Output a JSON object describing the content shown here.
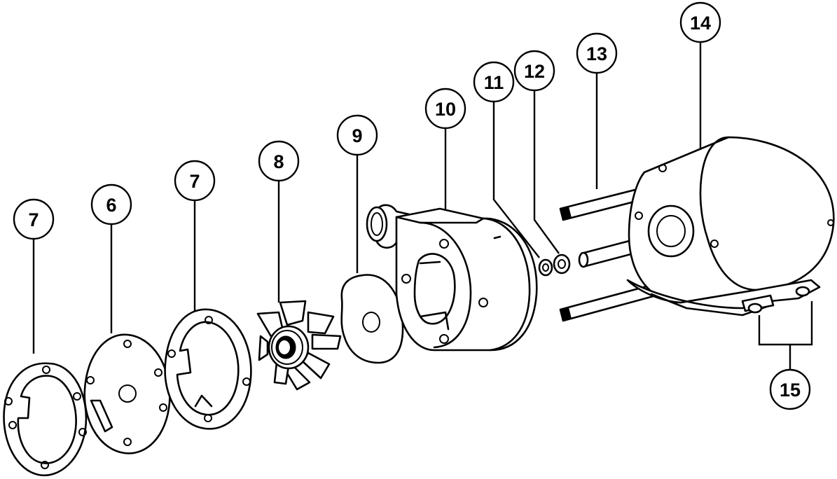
{
  "callouts": [
    {
      "id": "c7a",
      "label": "7"
    },
    {
      "id": "c6",
      "label": "6"
    },
    {
      "id": "c7b",
      "label": "7"
    },
    {
      "id": "c8",
      "label": "8"
    },
    {
      "id": "c9",
      "label": "9"
    },
    {
      "id": "c10",
      "label": "10"
    },
    {
      "id": "c11",
      "label": "11"
    },
    {
      "id": "c12",
      "label": "12"
    },
    {
      "id": "c13",
      "label": "13"
    },
    {
      "id": "c14",
      "label": "14"
    },
    {
      "id": "c15",
      "label": "15"
    }
  ]
}
